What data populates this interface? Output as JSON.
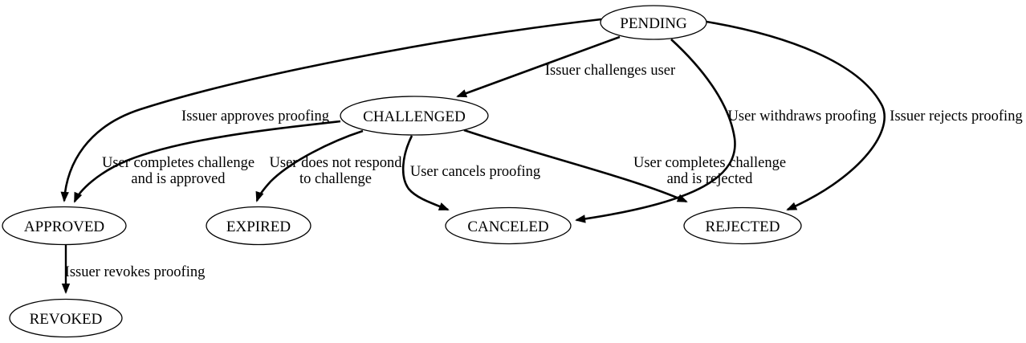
{
  "diagram": {
    "colors": {
      "background": "#ffffff",
      "line": "#000000",
      "text": "#000000"
    },
    "nodes": {
      "pending": {
        "label": "PENDING"
      },
      "challenged": {
        "label": "CHALLENGED"
      },
      "approved": {
        "label": "APPROVED"
      },
      "expired": {
        "label": "EXPIRED"
      },
      "canceled": {
        "label": "CANCELED"
      },
      "rejected": {
        "label": "REJECTED"
      },
      "revoked": {
        "label": "REVOKED"
      }
    },
    "edges": {
      "pending_to_challenged": {
        "from": "PENDING",
        "to": "CHALLENGED",
        "label": "Issuer challenges user"
      },
      "pending_to_approved": {
        "from": "PENDING",
        "to": "APPROVED",
        "label": "Issuer approves proofing"
      },
      "pending_to_canceled": {
        "from": "PENDING",
        "to": "CANCELED",
        "label": "User withdraws proofing"
      },
      "pending_to_rejected": {
        "from": "PENDING",
        "to": "REJECTED",
        "label": "Issuer rejects proofing"
      },
      "challenged_to_approved": {
        "from": "CHALLENGED",
        "to": "APPROVED",
        "label_line1": "User completes challenge",
        "label_line2": "and is approved"
      },
      "challenged_to_expired": {
        "from": "CHALLENGED",
        "to": "EXPIRED",
        "label_line1": "User does not respond",
        "label_line2": "to challenge"
      },
      "challenged_to_canceled": {
        "from": "CHALLENGED",
        "to": "CANCELED",
        "label": "User cancels proofing"
      },
      "challenged_to_rejected": {
        "from": "CHALLENGED",
        "to": "REJECTED",
        "label_line1": "User completes challenge",
        "label_line2": "and is rejected"
      },
      "approved_to_revoked": {
        "from": "APPROVED",
        "to": "REVOKED",
        "label": "Issuer revokes proofing"
      }
    }
  }
}
